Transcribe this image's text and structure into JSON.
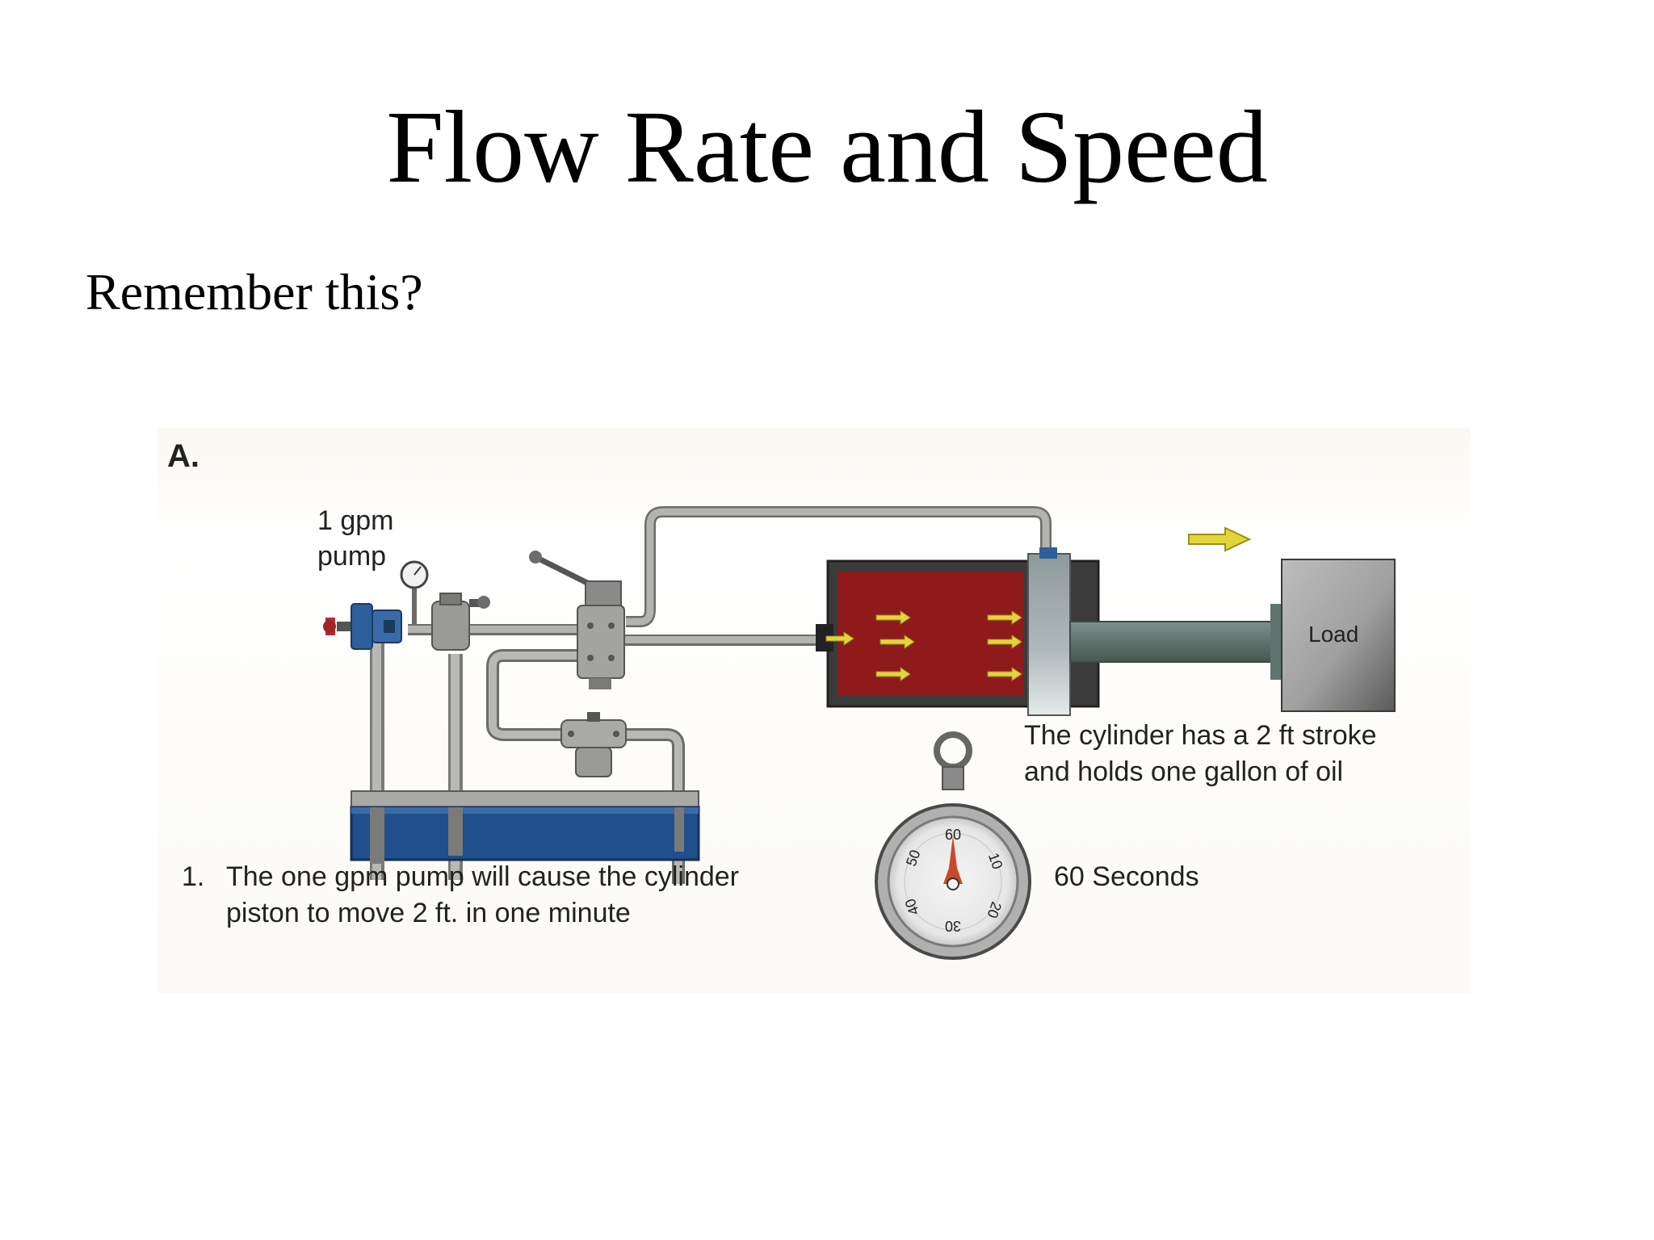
{
  "slide": {
    "title": "Flow Rate and Speed",
    "subtitle": "Remember this?"
  },
  "figure": {
    "panel_label": "A.",
    "pump_label_line1": "1 gpm",
    "pump_label_line2": "pump",
    "load_label": "Load",
    "cylinder_note_line1": "The cylinder has a 2 ft stroke",
    "cylinder_note_line2": "and holds one gallon of oil",
    "caption_number": "1.",
    "caption_line1": "The one gpm pump will cause the cylinder",
    "caption_line2": "piston to move 2 ft. in one minute",
    "timer_label": "60 Seconds",
    "stopwatch_ticks": [
      "60",
      "10",
      "20",
      "30",
      "40",
      "50"
    ]
  },
  "colors": {
    "oil": "#8e1a1c",
    "tank_fluid": "#1f4f8c",
    "pipe": "#a9aaa6",
    "arrow": "#e3d43a",
    "needle": "#c8482a"
  }
}
